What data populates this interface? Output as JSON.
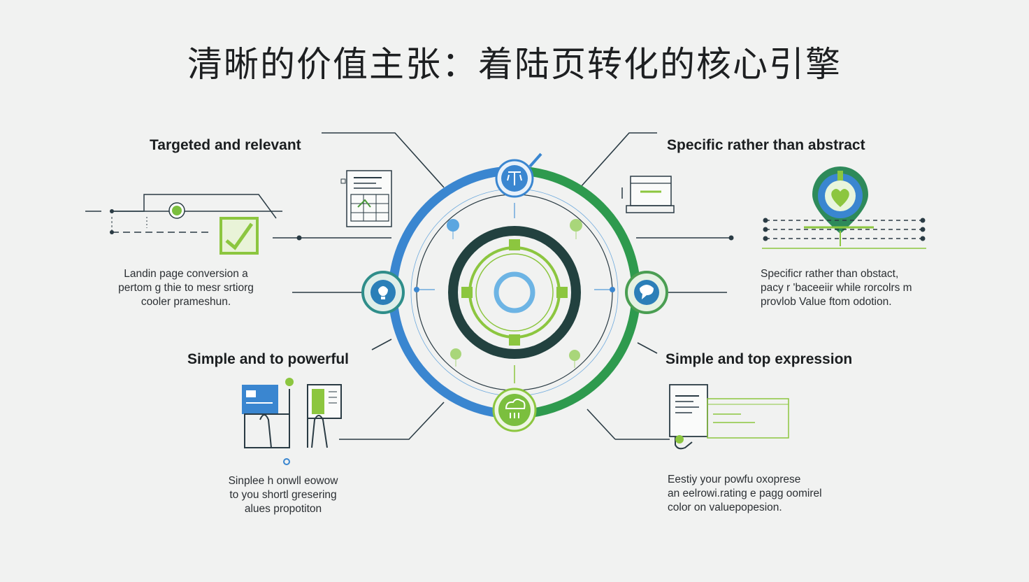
{
  "title": "清晰的价值主张：着陆页转化的核心引擎",
  "colors": {
    "blue": "#3a86d0",
    "green": "#2e9a4e",
    "light_green": "#8cc63f",
    "dark": "#22413f",
    "line": "#2a3b44"
  },
  "quadrants": [
    {
      "heading": "Targeted and relevant",
      "desc": "Landin page conversion a\npertom g thie to mesr srtiorg\ncooler prameshun.",
      "icon": "document-grid-icon"
    },
    {
      "heading": "Specific rather than abstract",
      "desc": "Specificr rather than obstact,\npacy r 'baceeiir while rorcolrs m\nprovlob Value ftom odotion.",
      "icon": "location-heart-icon"
    },
    {
      "heading": "Simple and to powerful",
      "desc": "Sinplee h onwll eowow\nto you shortl gresering\nalues propotiton",
      "icon": "people-screen-icon"
    },
    {
      "heading": "Simple and top expression",
      "desc": "Eestiy your powfu oxoprese\nan eelrowi.rating e pagg oomirel\ncolor on valuepopesion.",
      "icon": "document-chart-icon"
    }
  ],
  "hub": {
    "top_icon": "scales-icon",
    "left_icon": "idea-icon",
    "right_icon": "chat-icon",
    "bottom_icon": "cloud-icon",
    "center_icon": "target-icon"
  }
}
